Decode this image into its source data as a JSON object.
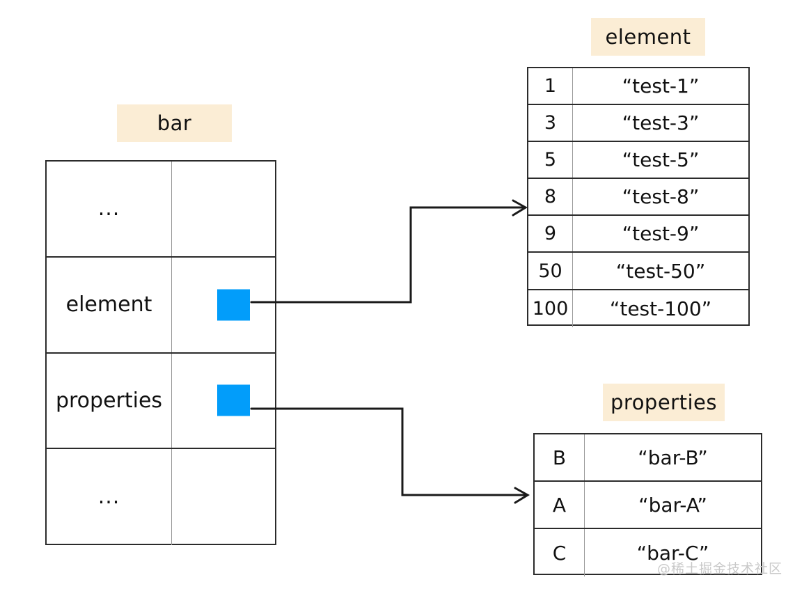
{
  "diagram": {
    "title_bar": "bar",
    "title_element": "element",
    "title_properties": "properties",
    "accent_color": "#029dfa",
    "caption_highlight_color": "#fbedd5",
    "line_color": "#1a1a1a"
  },
  "bar_table": {
    "rows": [
      {
        "key": "...",
        "value": ""
      },
      {
        "key": "element",
        "value": "pointer-swatch"
      },
      {
        "key": "properties",
        "value": "pointer-swatch"
      },
      {
        "key": "...",
        "value": ""
      }
    ]
  },
  "element_table": {
    "rows": [
      {
        "key": "1",
        "value": "“test-1”"
      },
      {
        "key": "3",
        "value": "“test-3”"
      },
      {
        "key": "5",
        "value": "“test-5”"
      },
      {
        "key": "8",
        "value": "“test-8”"
      },
      {
        "key": "9",
        "value": "“test-9”"
      },
      {
        "key": "50",
        "value": "“test-50”"
      },
      {
        "key": "100",
        "value": "“test-100”"
      }
    ]
  },
  "properties_table": {
    "rows": [
      {
        "key": "B",
        "value": "“bar-B”"
      },
      {
        "key": "A",
        "value": "“bar-A”"
      },
      {
        "key": "C",
        "value": "“bar-C”"
      }
    ]
  },
  "watermark": {
    "text": "@稀土掘金技术社区"
  }
}
